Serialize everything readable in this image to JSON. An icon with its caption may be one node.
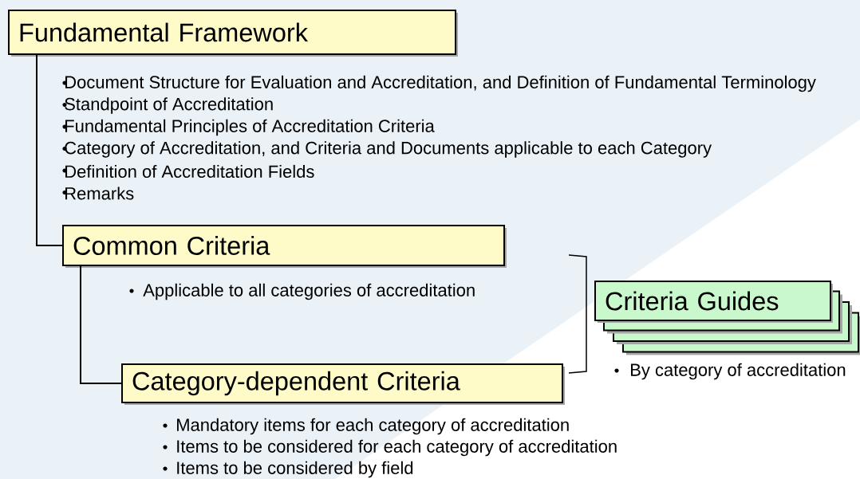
{
  "diagram": {
    "nodes": [
      {
        "text": [
          "Fundamental Framework"
        ],
        "beside": [
          "Document Structure for Evaluation and Accreditation, and Definition of Fundamental Terminology",
          "Standpoint of Accreditation",
          "Fundamental Principles of Accreditation Criteria",
          "Category of Accreditation, and Criteria and Documents applicable to each Category",
          "Definition of Accreditation Fields",
          "Remarks"
        ]
      },
      {
        "text": [
          "Common Criteria"
        ],
        "beside": [
          "Applicable to all categories of accreditation"
        ]
      },
      {
        "text": [
          "Category-dependent Criteria"
        ],
        "beside": [
          "Mandatory items for each category of accreditation",
          "Items to be considered for each category of accreditation",
          "Items to be considered by field"
        ]
      },
      {
        "text": [
          "Criteria Guides"
        ],
        "beside": [
          "By category of accreditation"
        ]
      }
    ],
    "edges": [
      {
        "from": 0,
        "to": 1,
        "arrow": "none"
      },
      {
        "from": 1,
        "to": 2,
        "arrow": "none"
      }
    ]
  }
}
